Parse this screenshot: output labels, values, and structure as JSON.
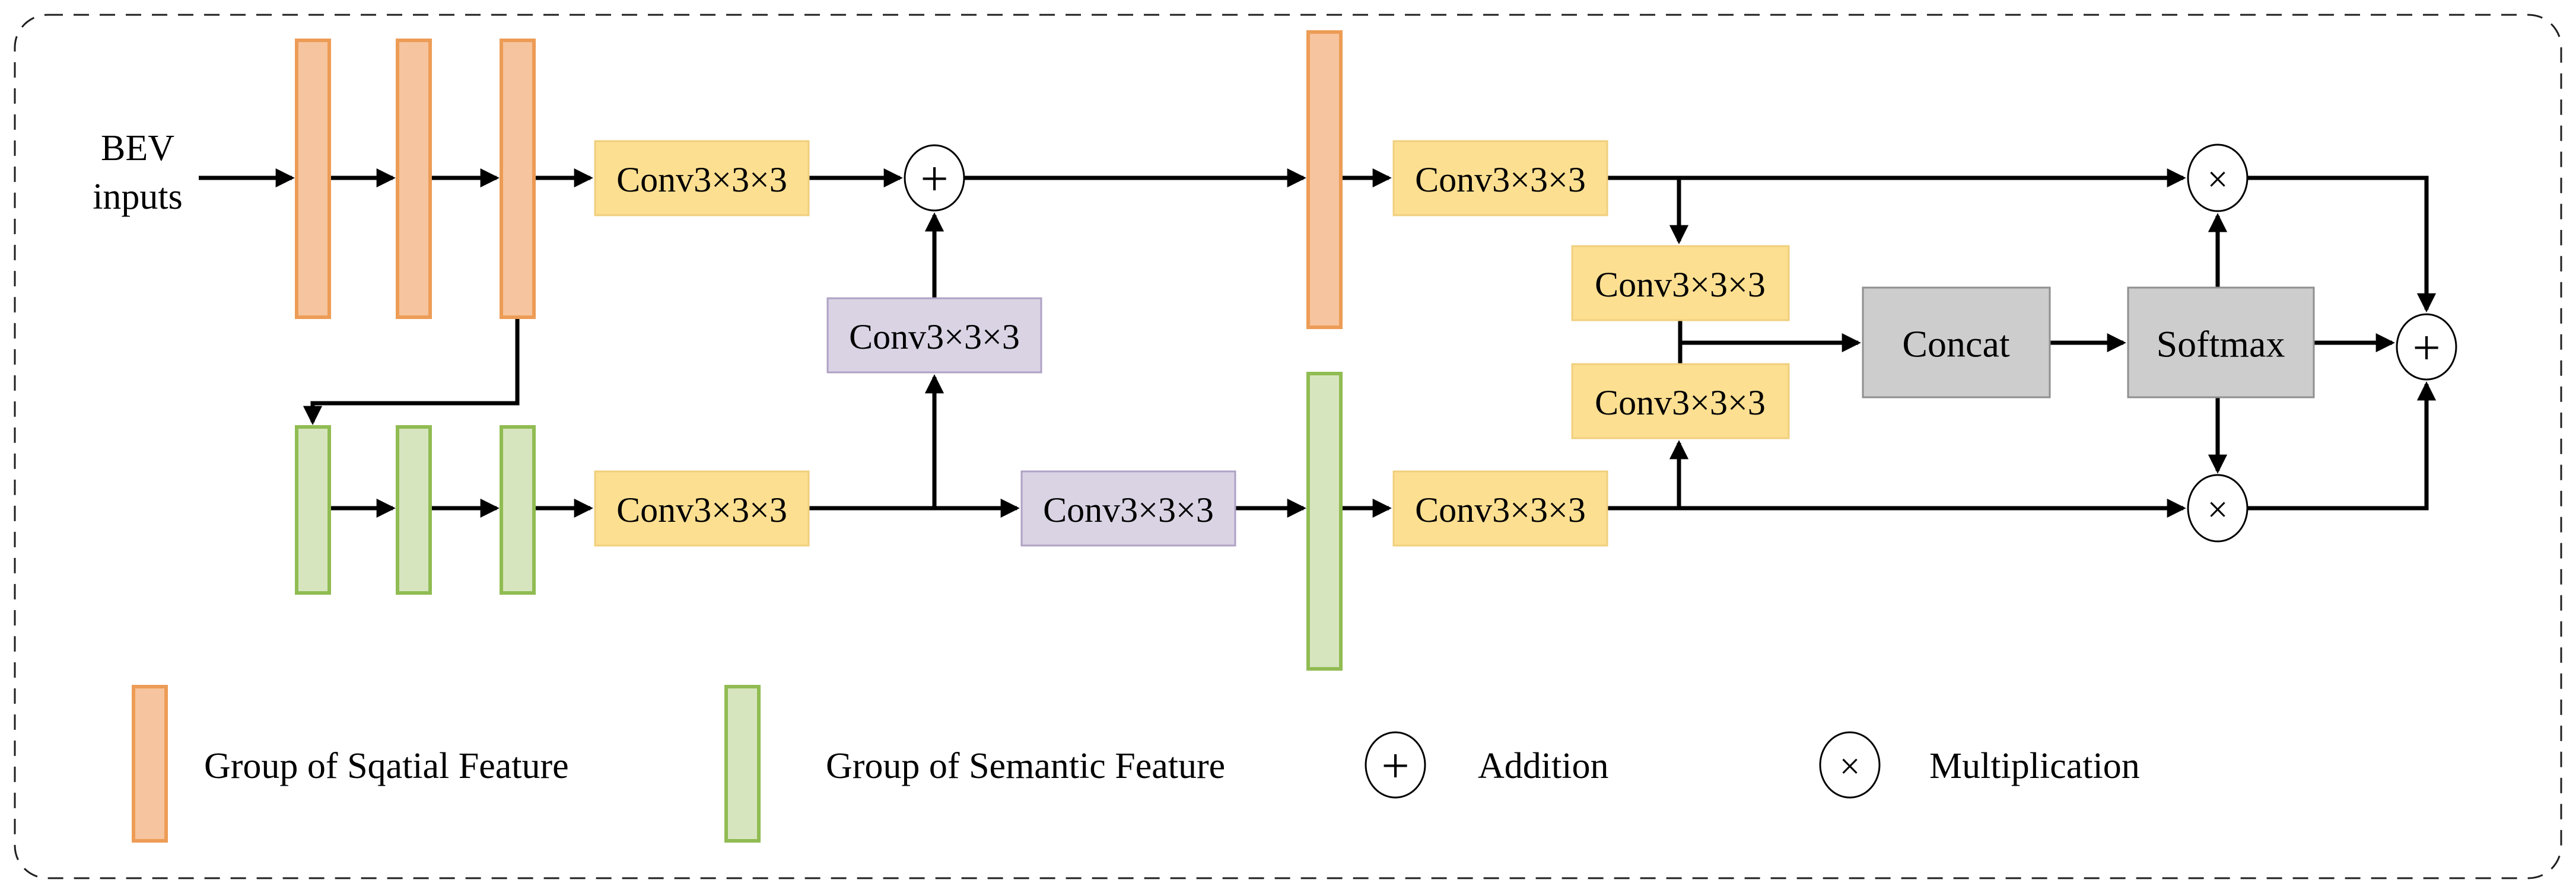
{
  "diagram": {
    "input": {
      "line1": "BEV",
      "line2": "inputs"
    },
    "labels": {
      "conv": "Conv3×3×3",
      "concat": "Concat",
      "softmax": "Softmax"
    },
    "operators": {
      "plus": "+",
      "multiply": "×"
    },
    "legend": {
      "spatial": "Group of Sqatial Feature",
      "semantic": "Group of Semantic Feature",
      "addition": "Addition",
      "multiplication": "Multiplication"
    },
    "colors": {
      "background": "#FFFFFF",
      "border": "#1F1F1F",
      "line": "#000000",
      "spatial_fill": "#F6C49E",
      "spatial_stroke": "#ED9C56",
      "semantic_fill": "#D7E5BF",
      "semantic_stroke": "#90BC52",
      "conv_fill": "#FCDF91",
      "conv_stroke": "#F0CF7D",
      "conv_fuse_fill": "#D9D3E4",
      "conv_fuse_stroke": "#AEA2C5",
      "op_box_fill": "#CDCDCD",
      "op_box_stroke": "#8F8F8F"
    }
  }
}
